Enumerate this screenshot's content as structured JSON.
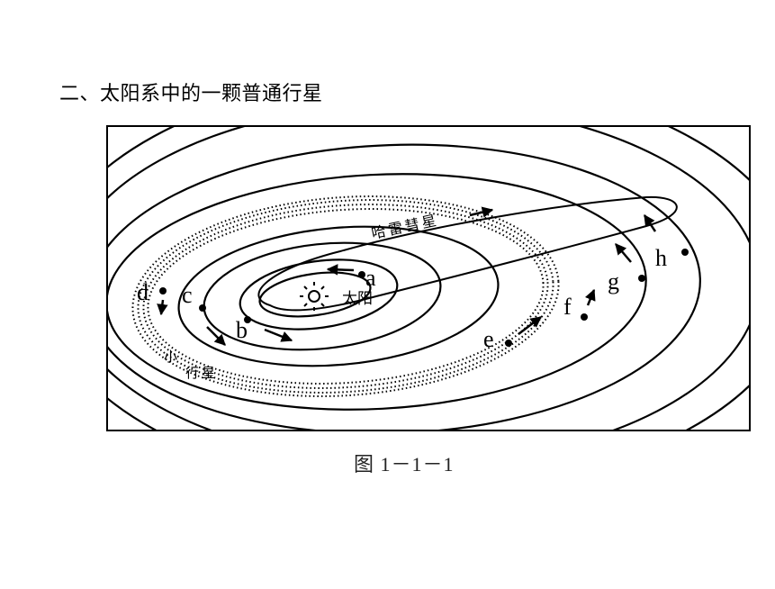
{
  "heading": "二、太阳系中的一颗普通行星",
  "caption": "图 1－1－1",
  "diagram": {
    "sun_label": "太阳",
    "comet_label": "哈雷彗星",
    "asteroid_label_1": "小",
    "asteroid_label_2": "行星",
    "planet_labels": [
      "a",
      "b",
      "c",
      "d",
      "e",
      "f",
      "g",
      "h"
    ]
  }
}
